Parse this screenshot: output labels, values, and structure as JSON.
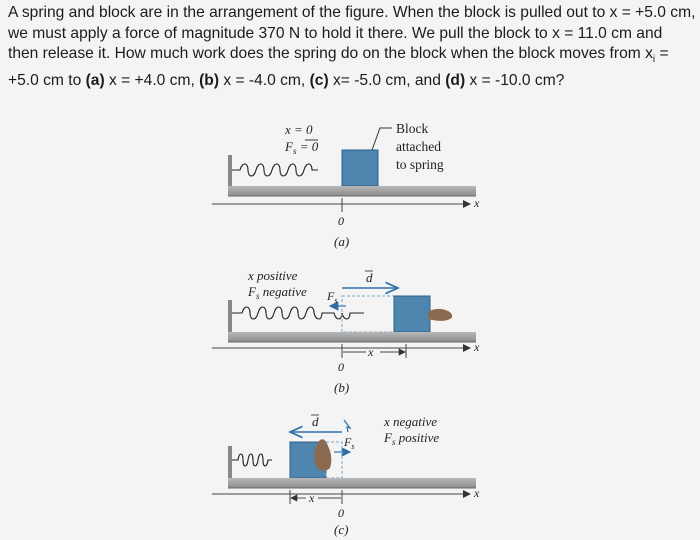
{
  "question": {
    "intro_1": "A spring and block are in the arrangement of the figure. When the block is pulled out to ",
    "intro_2": "x = +5.0 cm",
    "intro_3": ", we must apply a force of magnitude 370 N to hold it there. We pull the block to ",
    "intro_4": "x = 11.0 cm",
    "intro_5": " and then release it. How much work does the spring do on the block when the block moves from ",
    "intro_6": "x",
    "intro_6_sub": "i",
    "intro_7": " = +5.0 cm to ",
    "a_label": "(a)",
    "a_text": " x = +4.0 cm, ",
    "b_label": "(b)",
    "b_text": " x = -4.0 cm, ",
    "c_label": "(c)",
    "c_text": " x= -5.0 cm, and ",
    "d_label": "(d)",
    "d_text": " x = -10.0 cm?"
  },
  "figure": {
    "a": {
      "x_eq": "x = 0",
      "f_eq": "F",
      "f_sub": "s",
      "f_eq_rest": " = 0",
      "block_1": "Block",
      "block_2": "attached",
      "block_3": "to spring",
      "axis": "x",
      "zero": "0",
      "caption": "(a)"
    },
    "b": {
      "x_pos": "x positive",
      "f_neg_f": "F",
      "f_neg_sub": "s",
      "f_neg_rest": " negative",
      "d_vec": "d",
      "fs_vec": "F",
      "fs_sub": "s",
      "disp": "x",
      "axis": "x",
      "zero": "0",
      "caption": "(b)"
    },
    "c": {
      "x_neg": "x negative",
      "f_pos_f": "F",
      "f_pos_sub": "s",
      "f_pos_rest": " positive",
      "d_vec": "d",
      "fs_vec": "F",
      "fs_sub": "s",
      "disp": "x",
      "axis": "x",
      "zero": "0",
      "caption": "(c)"
    }
  },
  "colors": {
    "block": "#4f86b0",
    "ground": "#9c9c9c",
    "hand": "#8a6a50"
  }
}
